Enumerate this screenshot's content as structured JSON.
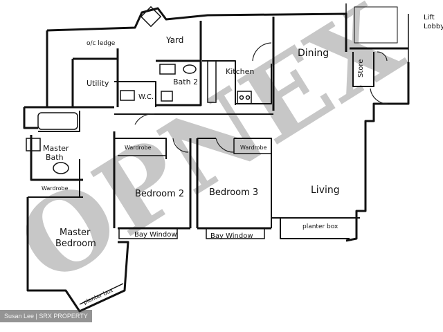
{
  "watermark": "OPNEX",
  "credit": "Susan Lee | SRX PROPERTY",
  "labels": {
    "lift_lobby_1": "Lift",
    "lift_lobby_2": "Lobby",
    "oc_ledge": "o/c ledge",
    "yard": "Yard",
    "dining": "Dining",
    "utility": "Utility",
    "bath2": "Bath 2",
    "kitchen": "Kitchen",
    "store": "Store",
    "wc": "W.C.",
    "wardrobe_b2": "Wardrobe",
    "wardrobe_b3": "Wardrobe",
    "wardrobe_master": "Wardrobe",
    "master_bath_1": "Master",
    "master_bath_2": "Bath",
    "bedroom2": "Bedroom 2",
    "bedroom3": "Bedroom 3",
    "living": "Living",
    "master_bedroom_1": "Master",
    "master_bedroom_2": "Bedroom",
    "bay_window_1": "Bay Window",
    "bay_window_2": "Bay Window",
    "planter_box_1": "planter box",
    "planter_box_2": "planter box"
  }
}
